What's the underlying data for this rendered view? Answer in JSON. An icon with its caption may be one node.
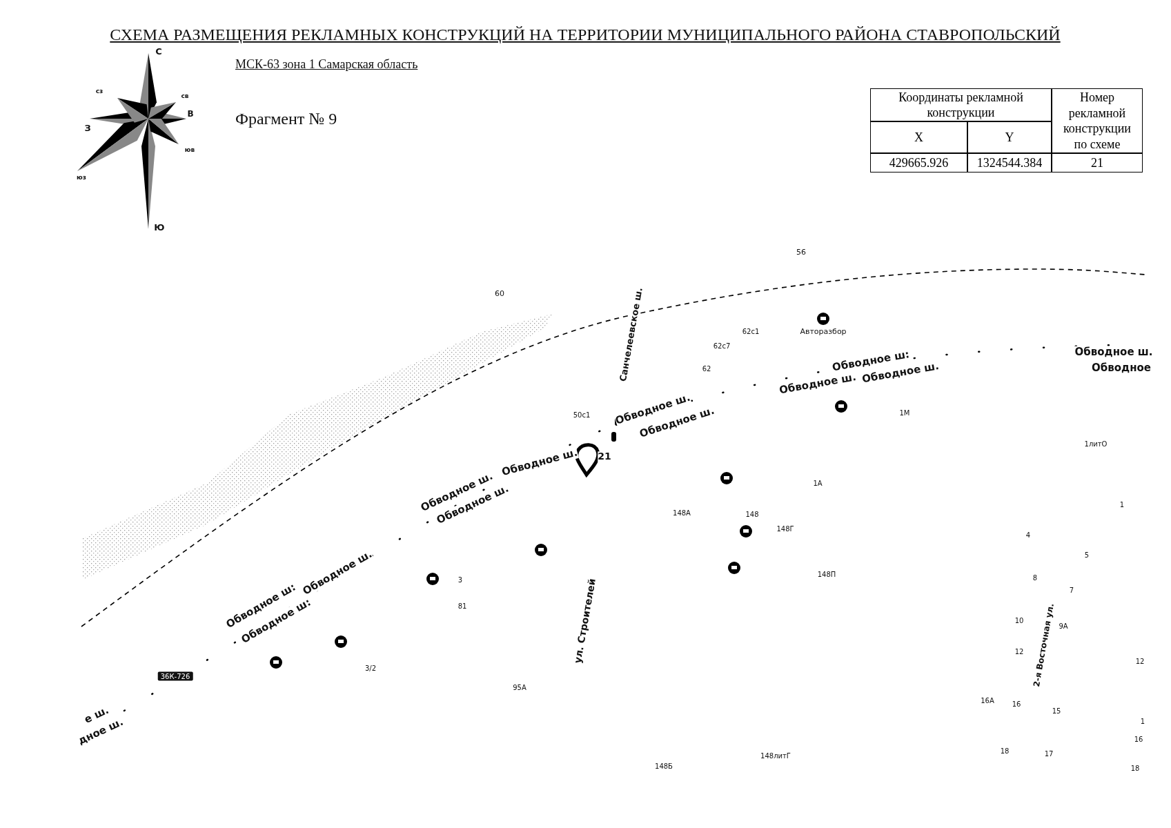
{
  "diagram": {
    "title": "СХЕМА РАЗМЕЩЕНИЯ РЕКЛАМНЫХ КОНСТРУКЦИЙ НА ТЕРРИТОРИИ МУНИЦИПАЛЬНОГО РАЙОНА СТАВРОПОЛЬСКИЙ",
    "labels": [
      "С",
      "сз",
      "св",
      "В",
      "З",
      "юв",
      "юз",
      "Ю",
      "МСК-63 зона 1 Самарская область",
      "Фрагмент № 9",
      "Координаты рекламной конструкции",
      "Номер рекламной конструкции по схеме",
      "X",
      "Y",
      "429665.926",
      "1324544.384",
      "21",
      "56",
      "60",
      "Санчелеевское ш.",
      "62с1",
      "Авторазбор",
      "62с7",
      "62",
      "Обводное ш:",
      "Обводное ш.",
      "Обводное ш.",
      "Обводное ш.",
      "Обводное",
      "50с1",
      "Обводное ш.",
      "Обводное ш.",
      "1М",
      "1литО",
      "Обводное ш.",
      "21",
      "Обводное ш.",
      "Обводное ш.",
      "1А",
      "148А",
      "148",
      "148Г",
      "1",
      "4",
      "5",
      "148П",
      "8",
      "7",
      "3",
      "81",
      "ул. Строителей",
      "Обводное ш.",
      "Обводное ш:",
      "Обводное ш:",
      "10",
      "9А",
      "2-я Восточная ул.",
      "12",
      "12",
      "3/2",
      "36К-726",
      "95А",
      "16А",
      "16",
      "15",
      "е ш.",
      "дное ш.",
      "1",
      "16",
      "18",
      "17",
      "18",
      "148литГ",
      "148Б"
    ]
  }
}
